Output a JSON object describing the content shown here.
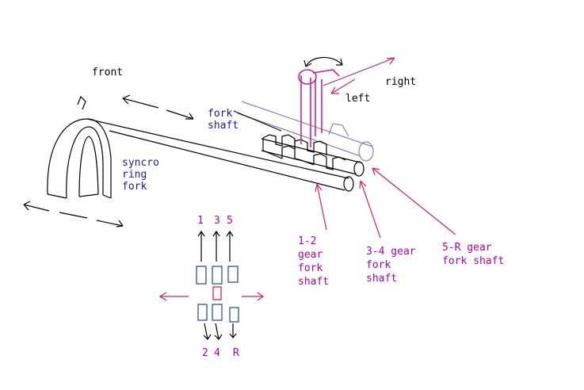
{
  "labels": {
    "front": "front",
    "right": "right",
    "left": "left",
    "fork_shaft": [
      "fork",
      "shaft"
    ],
    "syncro_ring_fork": [
      "syncro",
      "ring",
      "fork"
    ],
    "shaft_1_2": [
      "1-2",
      "gear",
      "fork",
      "shaft"
    ],
    "shaft_3_4": [
      "3-4 gear",
      "fork",
      "shaft"
    ],
    "shaft_5_r": [
      "5-R gear",
      "fork shaft"
    ]
  },
  "shift_pattern": {
    "top_gears": [
      "1",
      "3",
      "5"
    ],
    "bottom_gears": [
      "2",
      "4",
      "R"
    ]
  },
  "colors": {
    "ink": "#000000",
    "blue_label": "#1a1aa0",
    "magenta_label": "#b000b0",
    "lever": "#d0208a",
    "faint_shaft": "#8a80c0",
    "pattern_box": "#2040a0",
    "neutral_box": "#e01030",
    "arrow_red": "#d0206a"
  }
}
